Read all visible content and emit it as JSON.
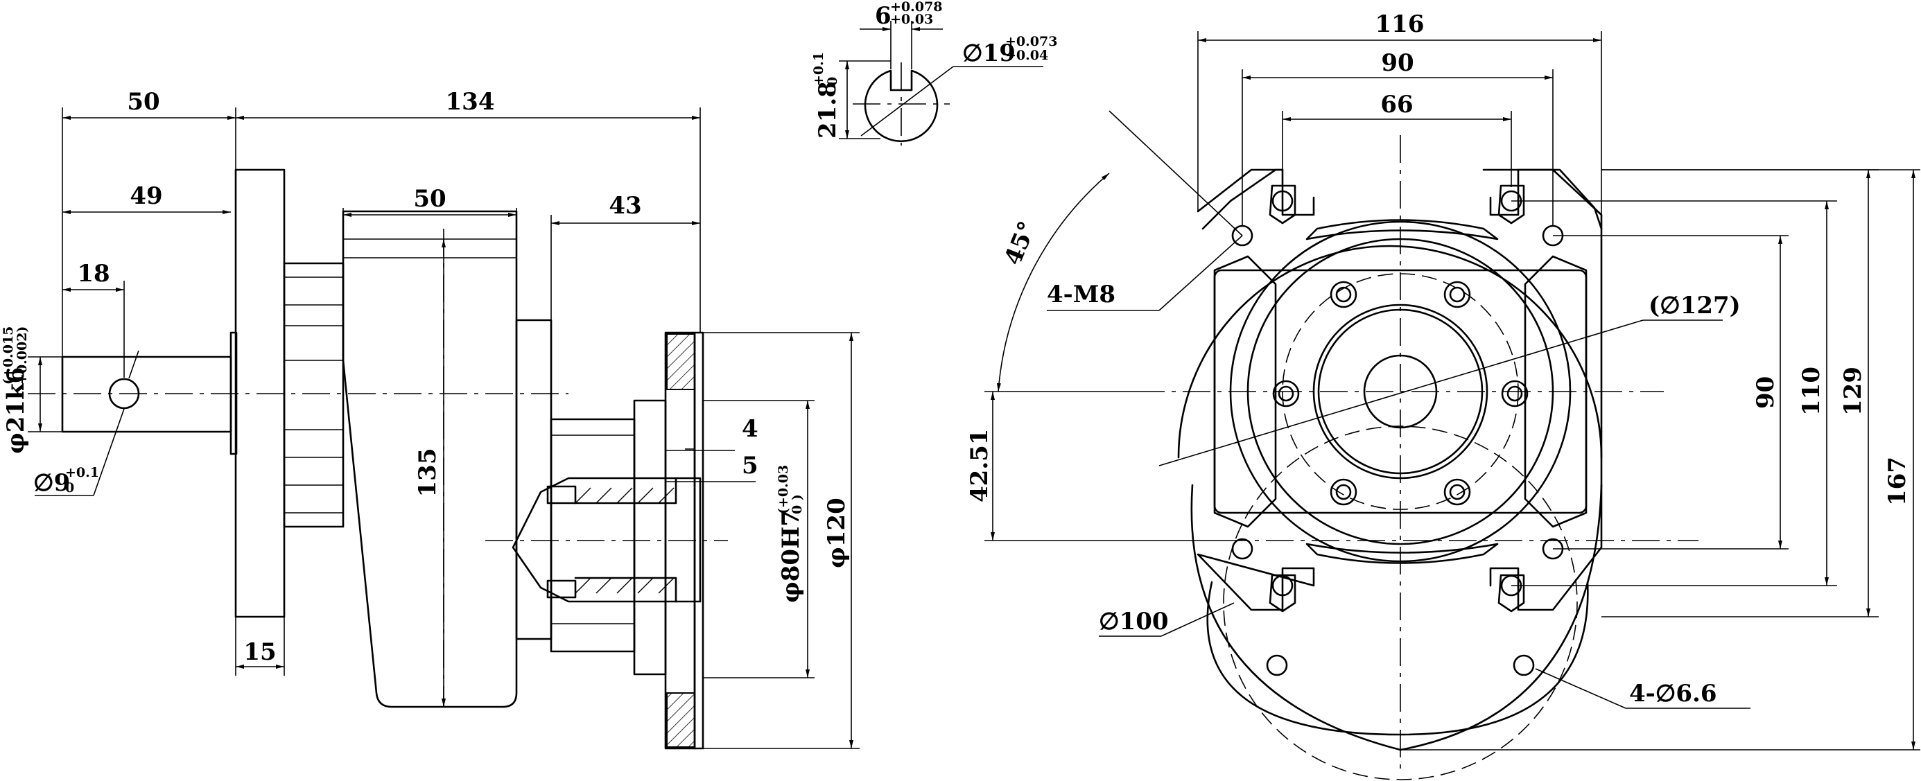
{
  "side_view": {
    "dim_50_top": "50",
    "dim_134": "134",
    "dim_49": "49",
    "dim_18": "18",
    "dim_50_body": "50",
    "dim_43": "43",
    "dim_135": "135",
    "dim_15": "15",
    "dim_4": "4",
    "dim_5": "5",
    "shaft_dia": "φ21k6",
    "shaft_tol_upper": "(+0.015",
    "shaft_tol_lower": "+0.002)",
    "hole_dia": "∅9",
    "hole_tol_upper": "+0.1",
    "hole_tol_lower": "0",
    "bore_dia": "φ80H7",
    "bore_tol_upper": "(+0.03",
    "bore_tol_lower": "0 )",
    "flange_dia": "φ120"
  },
  "keyway_view": {
    "key_width": "6",
    "key_tol_upper": "+0.078",
    "key_tol_lower": "+0.03",
    "bore_dia": "∅19",
    "bore_tol_upper": "+0.073",
    "bore_tol_lower": "+0.04",
    "key_depth": "21.8",
    "depth_tol_upper": "+0.1",
    "depth_tol_lower": "0"
  },
  "front_view": {
    "dim_116": "116",
    "dim_90_h": "90",
    "dim_66": "66",
    "angle": "45°",
    "thread_callout": "4-M8",
    "pcd_callout": "(∅127)",
    "dim_90_v": "90",
    "dim_110": "110",
    "dim_129": "129",
    "dim_167": "167",
    "dim_4251": "42.51",
    "circle_callout": "∅100",
    "hole_callout": "4-∅6.6"
  }
}
